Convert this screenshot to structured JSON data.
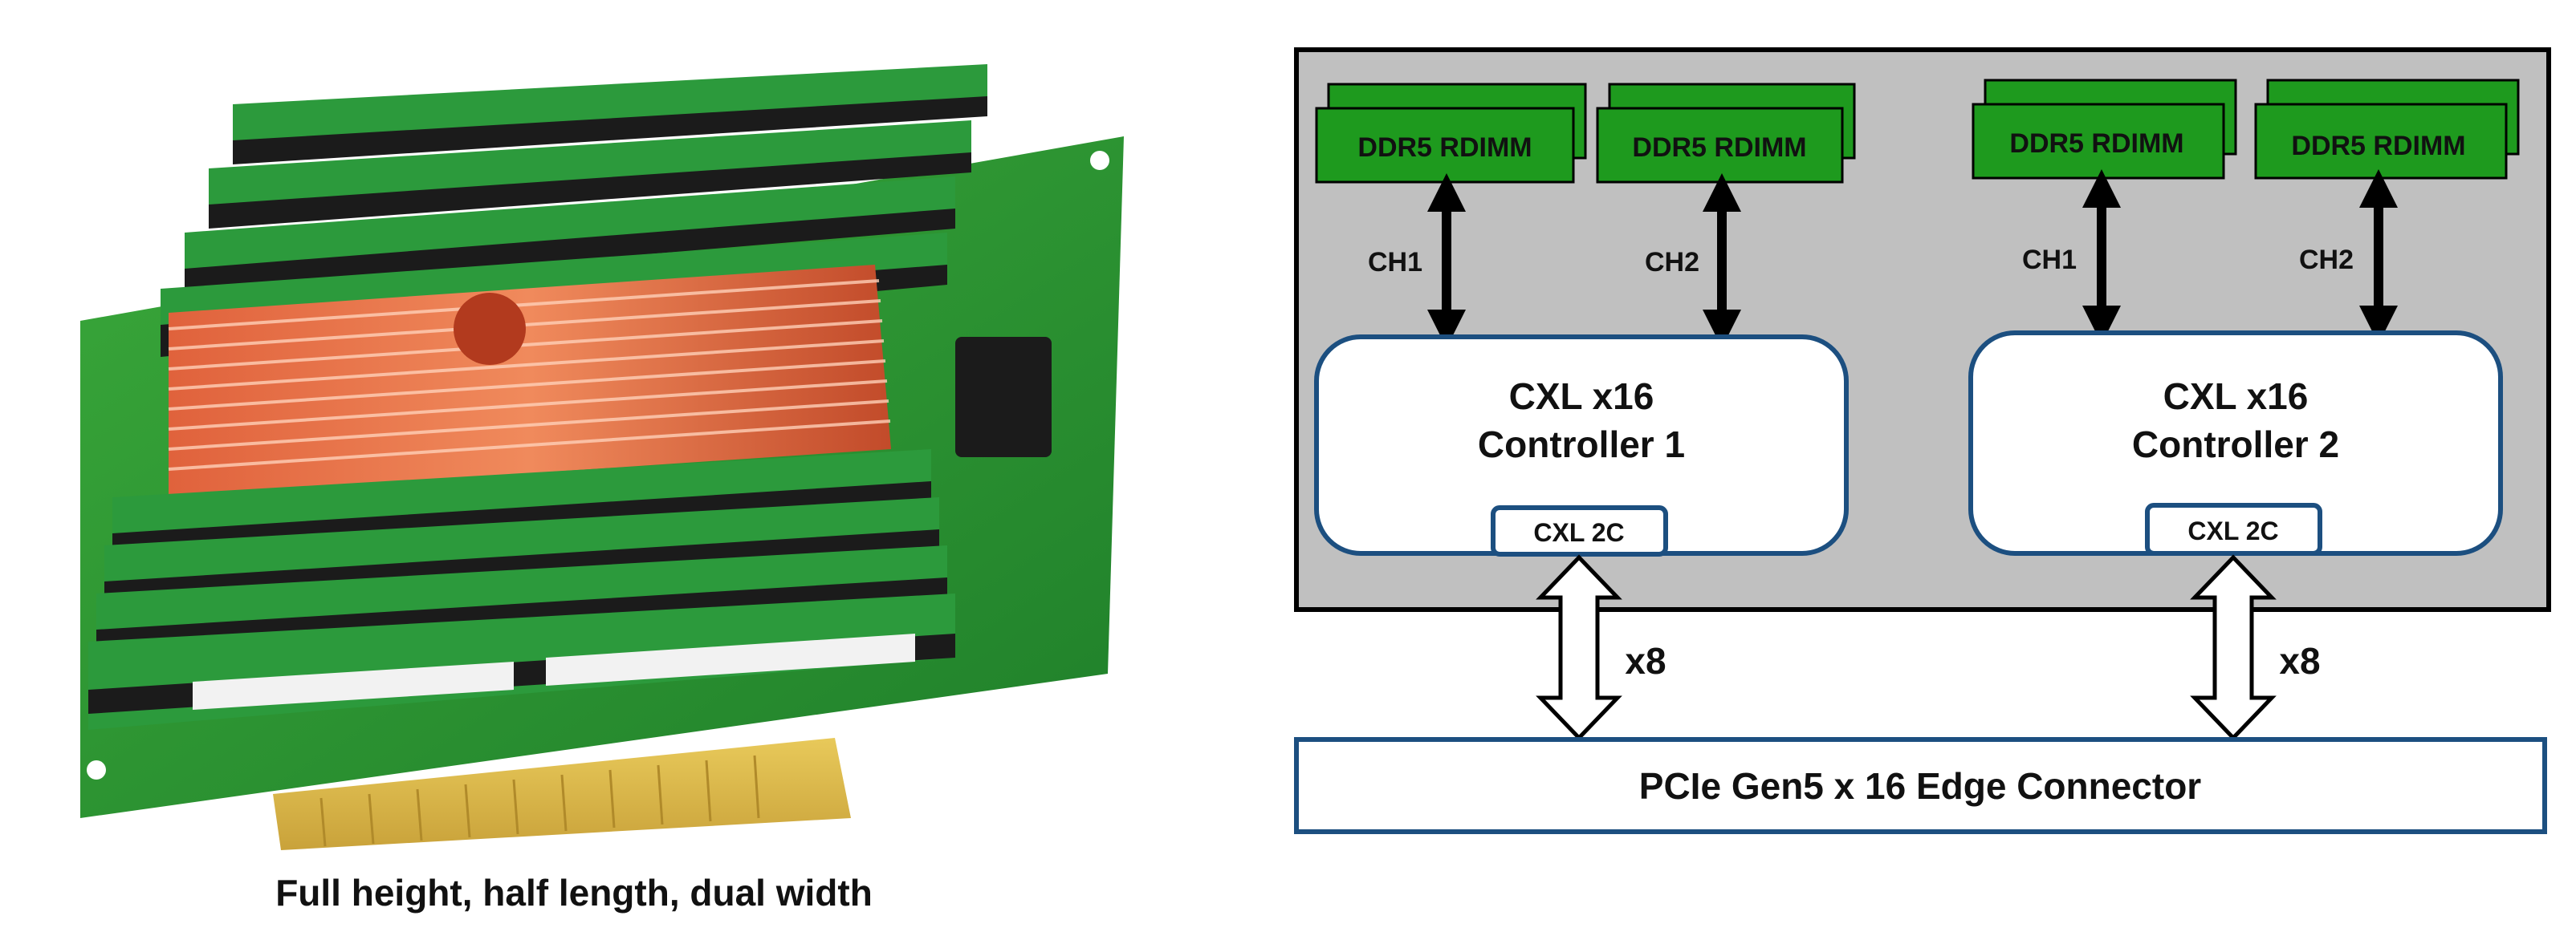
{
  "photo": {
    "caption": "Full height, half length, dual width"
  },
  "diagram": {
    "controllers": [
      {
        "title_line1": "CXL x16",
        "title_line2": "Controller 1",
        "port_label": "CXL 2C",
        "dimms": [
          "DDR5 RDIMM",
          "DDR5 RDIMM"
        ],
        "channels": [
          "CH1",
          "CH2"
        ],
        "link_width": "x8"
      },
      {
        "title_line1": "CXL x16",
        "title_line2": "Controller 2",
        "port_label": "CXL 2C",
        "dimms": [
          "DDR5 RDIMM",
          "DDR5 RDIMM"
        ],
        "channels": [
          "CH1",
          "CH2"
        ],
        "link_width": "x8"
      }
    ],
    "edge_connector": "PCIe Gen5 x 16 Edge Connector",
    "colors": {
      "board_fill": "#c0c0c0",
      "dimm_green": "#1e9a1e",
      "controller_border": "#1c4f80",
      "arrow": "#000000"
    }
  }
}
